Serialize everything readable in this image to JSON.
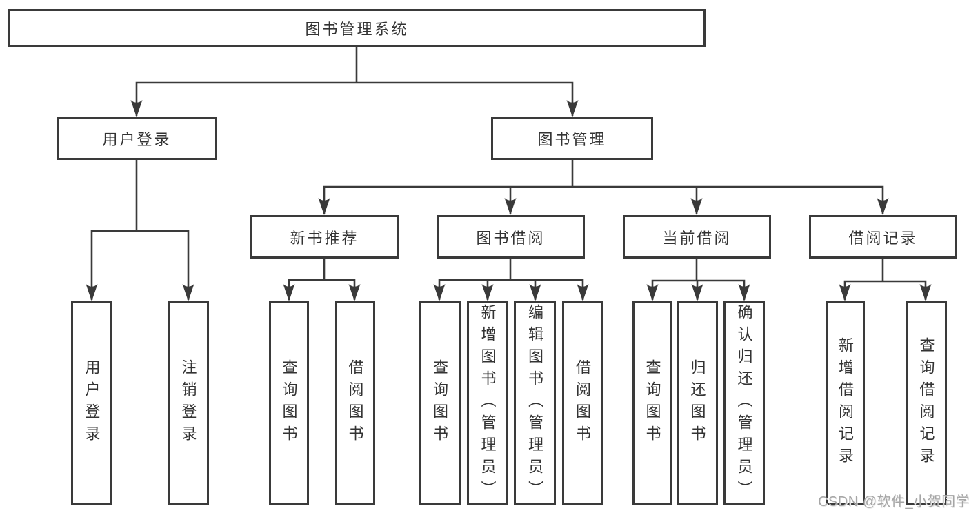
{
  "diagram_title": "图书管理系统",
  "tree": {
    "label": "图书管理系统",
    "children": [
      {
        "label": "用户登录",
        "children": [
          {
            "label": "用户登录"
          },
          {
            "label": "注销登录"
          }
        ]
      },
      {
        "label": "图书管理",
        "children": [
          {
            "label": "新书推荐",
            "children": [
              {
                "label": "查询图书"
              },
              {
                "label": "借阅图书"
              }
            ]
          },
          {
            "label": "图书借阅",
            "children": [
              {
                "label": "查询图书"
              },
              {
                "label": "新增图书（管理员）"
              },
              {
                "label": "编辑图书（管理员）"
              },
              {
                "label": "借阅图书"
              }
            ]
          },
          {
            "label": "当前借阅",
            "children": [
              {
                "label": "查询图书"
              },
              {
                "label": "归还图书"
              },
              {
                "label": "确认归还（管理员）"
              }
            ]
          },
          {
            "label": "借阅记录",
            "children": [
              {
                "label": "新增借阅记录"
              },
              {
                "label": "查询借阅记录"
              }
            ]
          }
        ]
      }
    ]
  },
  "watermark": {
    "text": "CSDN @软件_小贺同学"
  },
  "colors": {
    "line": "#3a3a3a",
    "border": "#3a3a3a",
    "text": "#333333",
    "watermark": "#a6a6a6",
    "background": "#ffffff"
  }
}
